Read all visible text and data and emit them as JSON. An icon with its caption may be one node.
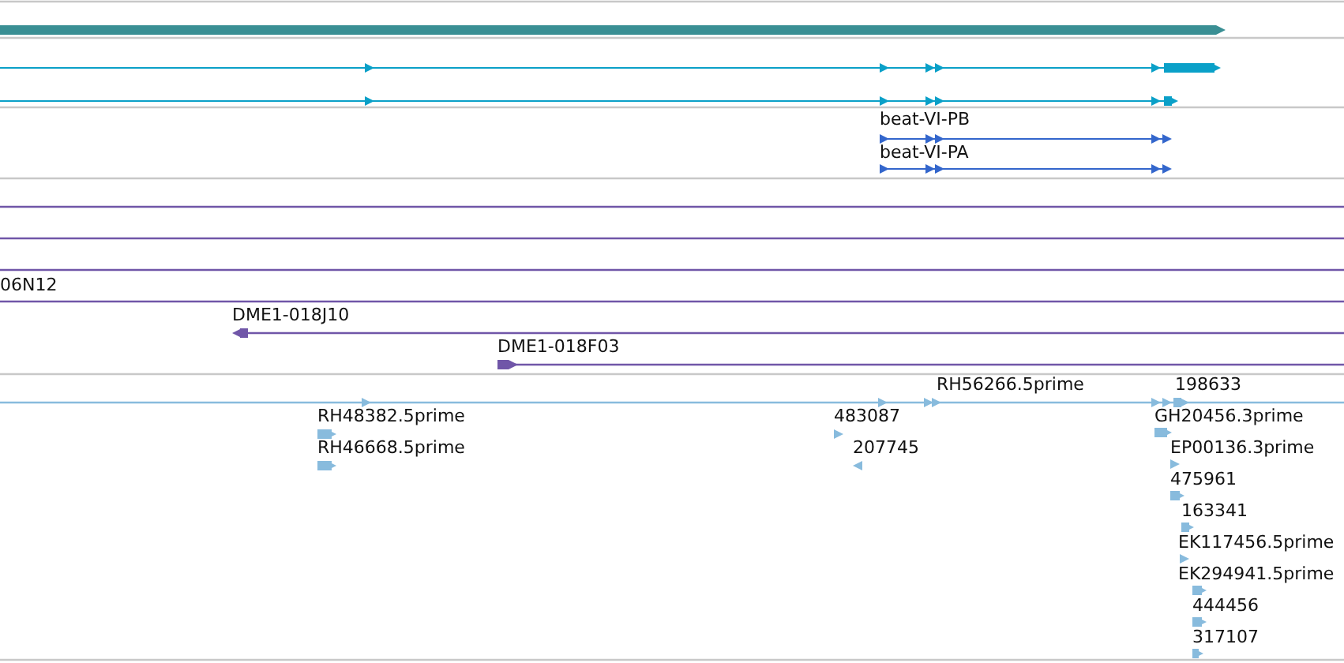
{
  "diagram": {
    "labels": [
      "beat-VI-PB",
      "beat-VI-PA",
      "06N12",
      "DME1-018J10",
      "DME1-018F03",
      "RH56266.5prime",
      "198633",
      "RH48382.5prime",
      "483087",
      "GH20456.3prime",
      "RH46668.5prime",
      "207745",
      "EP00136.3prime",
      "475961",
      "163341",
      "EK117456.5prime",
      "EK294941.5prime",
      "444456",
      "317107"
    ]
  }
}
